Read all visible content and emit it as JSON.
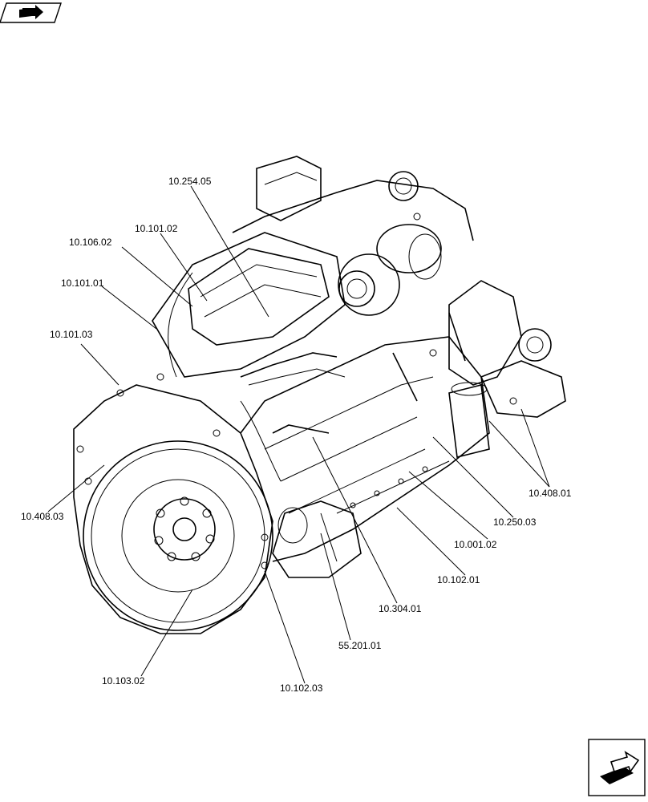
{
  "icons": {
    "top_left": "book-arrow-icon",
    "bottom_right": "next-page-icon"
  },
  "callouts": {
    "c_10_254_05": "10.254.05",
    "c_10_101_02": "10.101.02",
    "c_10_106_02": "10.106.02",
    "c_10_101_01": "10.101.01",
    "c_10_101_03": "10.101.03",
    "c_10_408_03": "10.408.03",
    "c_10_103_02": "10.103.02",
    "c_10_102_03": "10.102.03",
    "c_55_201_01": "55.201.01",
    "c_10_304_01": "10.304.01",
    "c_10_102_01": "10.102.01",
    "c_10_001_02": "10.001.02",
    "c_10_250_03": "10.250.03",
    "c_10_408_01": "10.408.01"
  }
}
